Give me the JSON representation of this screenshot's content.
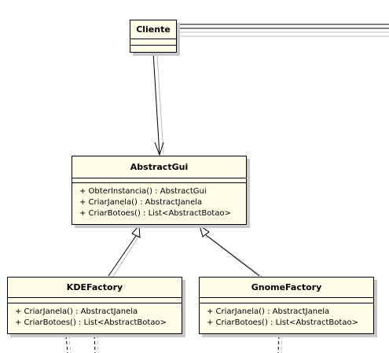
{
  "diagram": {
    "classes": {
      "cliente": {
        "name": "Cliente",
        "operations": []
      },
      "abstract_gui": {
        "name": "AbstractGui",
        "operations": [
          "+ ObterInstancia() : AbstractGui",
          "+ CriarJanela() : AbstractJanela",
          "+ CriarBotoes() : List<AbstractBotao>"
        ]
      },
      "kde_factory": {
        "name": "KDEFactory",
        "operations": [
          "+ CriarJanela() : AbstractJanela",
          "+ CriarBotoes() : List<AbstractBotao>"
        ]
      },
      "gnome_factory": {
        "name": "GnomeFactory",
        "operations": [
          "+ CriarJanela() : AbstractJanela",
          "+ CriarBotoes() : List<AbstractBotao>"
        ]
      }
    },
    "relations": [
      {
        "type": "association",
        "from": "Cliente",
        "to": "AbstractGui",
        "arrow": "open"
      },
      {
        "type": "generalization",
        "from": "KDEFactory",
        "to": "AbstractGui",
        "arrow": "hollow-triangle"
      },
      {
        "type": "generalization",
        "from": "GnomeFactory",
        "to": "AbstractGui",
        "arrow": "hollow-triangle"
      }
    ],
    "colors": {
      "class_fill": "#fffce8",
      "class_border": "#000000",
      "shadow": "#c8c8c8",
      "line": "#000000"
    }
  }
}
